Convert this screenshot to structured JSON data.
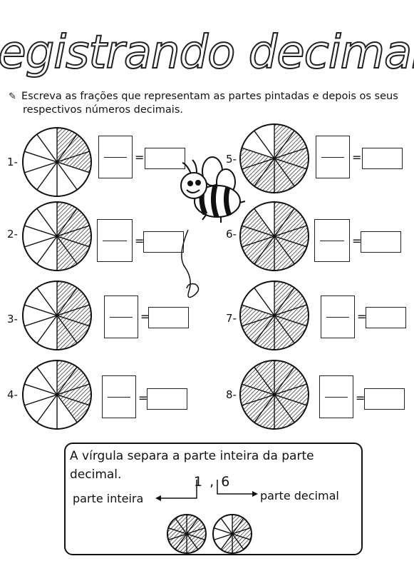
{
  "title": "Registrando decimais",
  "instruction": {
    "icon": "pencil-icon",
    "line1": "Escreva as frações que representam as partes pintadas e depois os seus",
    "line2": "respectivos números decimais."
  },
  "exercises": [
    {
      "number": "1-",
      "shaded_fraction": 0.3
    },
    {
      "number": "2-",
      "shaded_fraction": 0.5
    },
    {
      "number": "3-",
      "shaded_fraction": 0.5
    },
    {
      "number": "4-",
      "shaded_fraction": 0.4
    },
    {
      "number": "5-",
      "shaded_fraction": 0.8
    },
    {
      "number": "6-",
      "shaded_fraction": 0.9
    },
    {
      "number": "7-",
      "shaded_fraction": 0.8
    },
    {
      "number": "8-",
      "shaded_fraction": 1.0
    }
  ],
  "equals": "=",
  "note": {
    "text": "A vírgula separa a parte inteira da parte decimal.",
    "example": "1 , 6",
    "integer_label": "parte inteira",
    "decimal_label": "parte decimal",
    "example_pies": [
      {
        "shaded_fraction": 1.0
      },
      {
        "shaded_fraction": 0.6
      }
    ]
  }
}
